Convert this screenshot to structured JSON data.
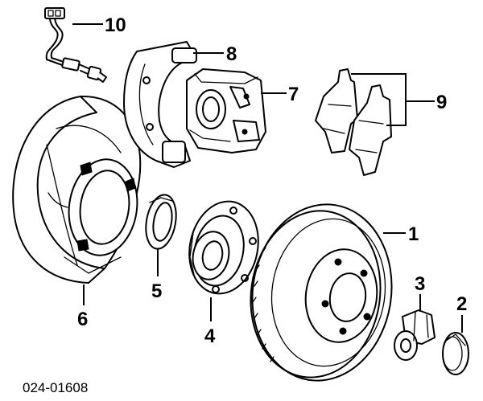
{
  "callouts": [
    {
      "id": "1",
      "label": "1"
    },
    {
      "id": "2",
      "label": "2"
    },
    {
      "id": "3",
      "label": "3"
    },
    {
      "id": "4",
      "label": "4"
    },
    {
      "id": "5",
      "label": "5"
    },
    {
      "id": "6",
      "label": "6"
    },
    {
      "id": "7",
      "label": "7"
    },
    {
      "id": "8",
      "label": "8"
    },
    {
      "id": "9",
      "label": "9"
    },
    {
      "id": "10",
      "label": "10"
    }
  ],
  "diagram_code": "024-01608",
  "colors": {
    "ink": "#000000",
    "paper": "#ffffff"
  }
}
